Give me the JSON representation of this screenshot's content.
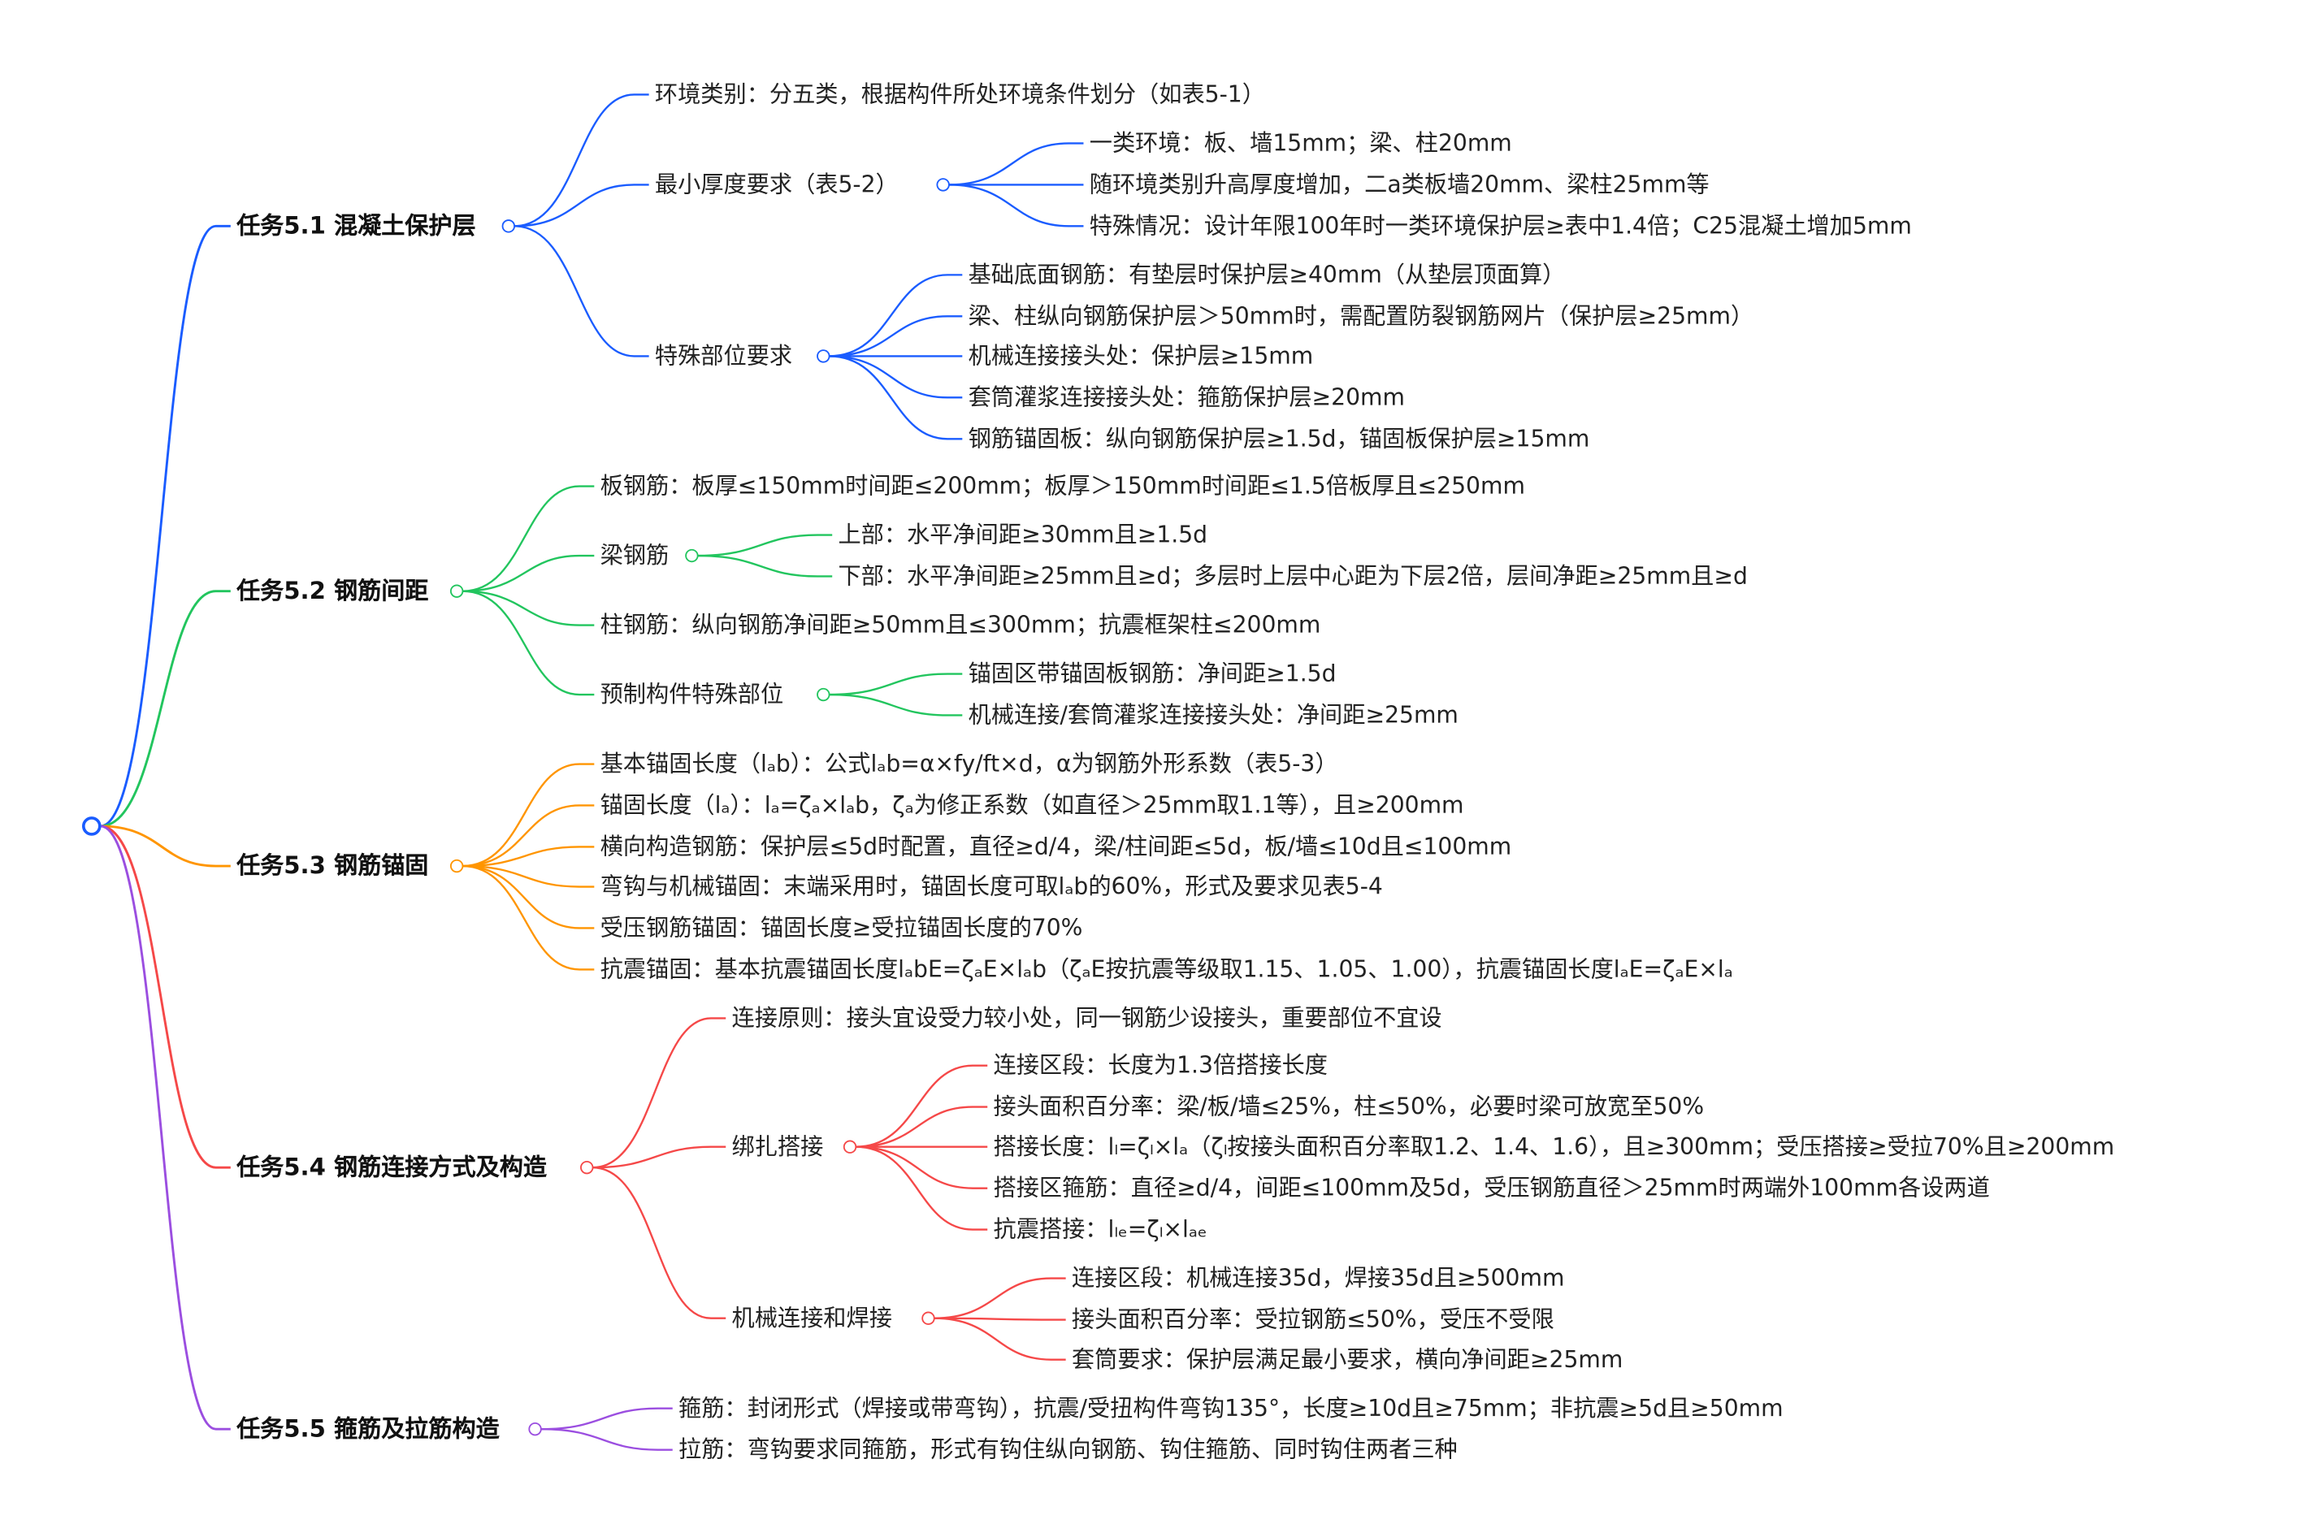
{
  "mindmap": {
    "root": "",
    "branches": [
      {
        "label": "任务5.1 混凝土保护层",
        "color": "#1a5cff",
        "children": [
          {
            "label": "环境类别：分五类，根据构件所处环境条件划分（如表5-1）"
          },
          {
            "label": "最小厚度要求（表5-2）",
            "children": [
              {
                "label": "一类环境：板、墙15mm；梁、柱20mm"
              },
              {
                "label": "随环境类别升高厚度增加，二a类板墙20mm、梁柱25mm等"
              },
              {
                "label": "特殊情况：设计年限100年时一类环境保护层≥表中1.4倍；C25混凝土增加5mm"
              }
            ]
          },
          {
            "label": "特殊部位要求",
            "children": [
              {
                "label": "基础底面钢筋：有垫层时保护层≥40mm（从垫层顶面算）"
              },
              {
                "label": "梁、柱纵向钢筋保护层＞50mm时，需配置防裂钢筋网片（保护层≥25mm）"
              },
              {
                "label": "机械连接接头处：保护层≥15mm"
              },
              {
                "label": "套筒灌浆连接接头处：箍筋保护层≥20mm"
              },
              {
                "label": "钢筋锚固板：纵向钢筋保护层≥1.5d，锚固板保护层≥15mm"
              }
            ]
          }
        ]
      },
      {
        "label": "任务5.2 钢筋间距",
        "color": "#22c55e",
        "children": [
          {
            "label": "板钢筋：板厚≤150mm时间距≤200mm；板厚＞150mm时间距≤1.5倍板厚且≤250mm"
          },
          {
            "label": "梁钢筋",
            "children": [
              {
                "label": "上部：水平净间距≥30mm且≥1.5d"
              },
              {
                "label": "下部：水平净间距≥25mm且≥d；多层时上层中心距为下层2倍，层间净距≥25mm且≥d"
              }
            ]
          },
          {
            "label": "柱钢筋：纵向钢筋净间距≥50mm且≤300mm；抗震框架柱≤200mm"
          },
          {
            "label": "预制构件特殊部位",
            "children": [
              {
                "label": "锚固区带锚固板钢筋：净间距≥1.5d"
              },
              {
                "label": "机械连接/套筒灌浆连接接头处：净间距≥25mm"
              }
            ]
          }
        ]
      },
      {
        "label": "任务5.3 钢筋锚固",
        "color": "#ff9500",
        "children": [
          {
            "label": "基本锚固长度（lₐb）：公式lₐb=α×fy/ft×d，α为钢筋外形系数（表5-3）"
          },
          {
            "label": "锚固长度（lₐ）：lₐ=ζₐ×lₐb，ζₐ为修正系数（如直径＞25mm取1.1等），且≥200mm"
          },
          {
            "label": "横向构造钢筋：保护层≤5d时配置，直径≥d/4，梁/柱间距≤5d，板/墙≤10d且≤100mm"
          },
          {
            "label": "弯钩与机械锚固：末端采用时，锚固长度可取lₐb的60%，形式及要求见表5-4"
          },
          {
            "label": "受压钢筋锚固：锚固长度≥受拉锚固长度的70%"
          },
          {
            "label": "抗震锚固：基本抗震锚固长度lₐbE=ζₐE×lₐb（ζₐE按抗震等级取1.15、1.05、1.00），抗震锚固长度lₐE=ζₐE×lₐ"
          }
        ]
      },
      {
        "label": "任务5.4 钢筋连接方式及构造",
        "color": "#f54848",
        "children": [
          {
            "label": "连接原则：接头宜设受力较小处，同一钢筋少设接头，重要部位不宜设"
          },
          {
            "label": "绑扎搭接",
            "children": [
              {
                "label": "连接区段：长度为1.3倍搭接长度"
              },
              {
                "label": "接头面积百分率：梁/板/墙≤25%，柱≤50%，必要时梁可放宽至50%"
              },
              {
                "label": "搭接长度：lₗ=ζₗ×lₐ（ζₗ按接头面积百分率取1.2、1.4、1.6），且≥300mm；受压搭接≥受拉70%且≥200mm"
              },
              {
                "label": "搭接区箍筋：直径≥d/4，间距≤100mm及5d，受压钢筋直径＞25mm时两端外100mm各设两道"
              },
              {
                "label": "抗震搭接：lₗₑ=ζₗ×lₐₑ"
              }
            ]
          },
          {
            "label": "机械连接和焊接",
            "children": [
              {
                "label": "连接区段：机械连接35d，焊接35d且≥500mm"
              },
              {
                "label": "接头面积百分率：受拉钢筋≤50%，受压不受限"
              },
              {
                "label": "套筒要求：保护层满足最小要求，横向净间距≥25mm"
              }
            ]
          }
        ]
      },
      {
        "label": "任务5.5 箍筋及拉筋构造",
        "color": "#9b4ee0",
        "children": [
          {
            "label": "箍筋：封闭形式（焊接或带弯钩），抗震/受扭构件弯钩135°，长度≥10d且≥75mm；非抗震≥5d且≥50mm"
          },
          {
            "label": "拉筋：弯钩要求同箍筋，形式有钩住纵向钢筋、钩住箍筋、同时钩住两者三种"
          }
        ]
      }
    ]
  }
}
